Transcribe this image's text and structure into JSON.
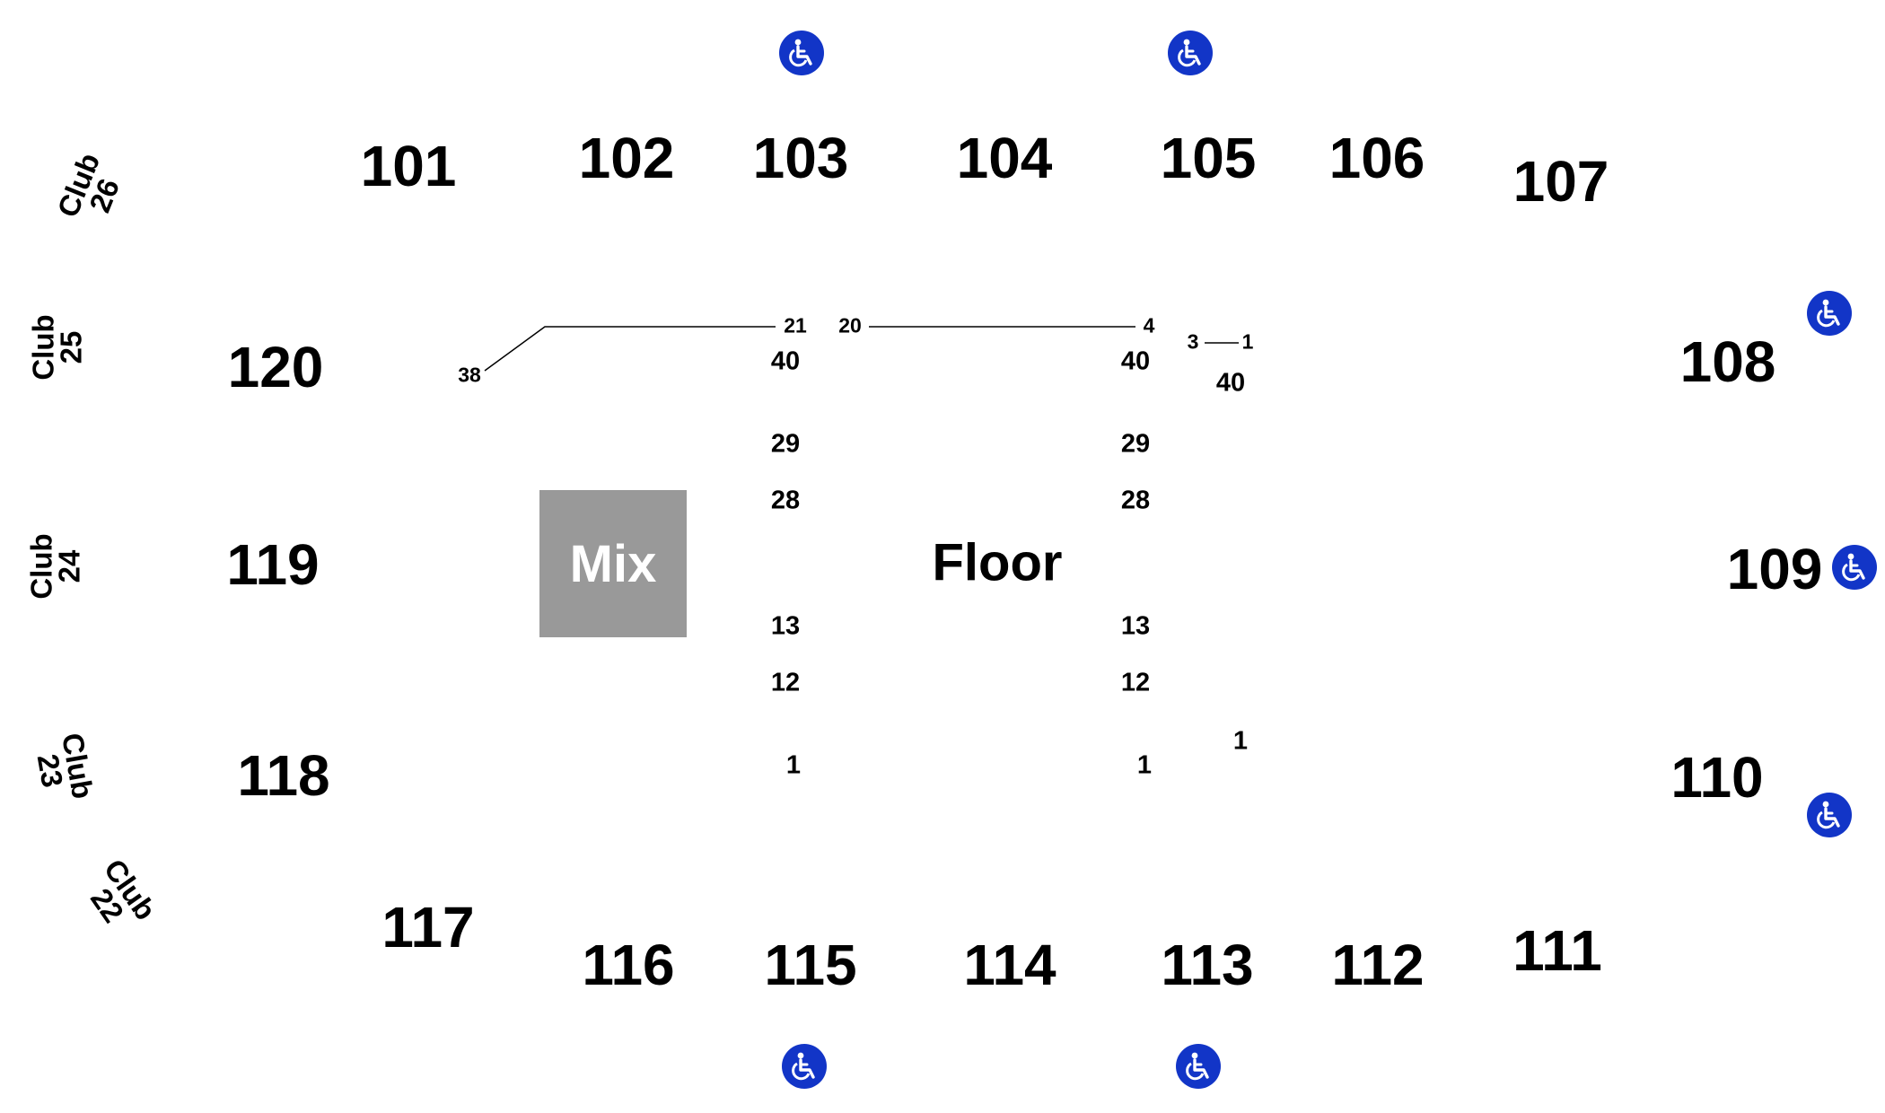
{
  "map": {
    "sections": {
      "s101": "101",
      "s102": "102",
      "s103": "103",
      "s104": "104",
      "s105": "105",
      "s106": "106",
      "s107": "107",
      "s108": "108",
      "s109": "109",
      "s110": "110",
      "s111": "111",
      "s112": "112",
      "s113": "113",
      "s114": "114",
      "s115": "115",
      "s116": "116",
      "s117": "117",
      "s118": "118",
      "s119": "119",
      "s120": "120"
    },
    "clubs": {
      "c22": [
        "Club",
        "22"
      ],
      "c23": [
        "Club",
        "23"
      ],
      "c24": [
        "Club",
        "24"
      ],
      "c25": [
        "Club",
        "25"
      ],
      "c26": [
        "Club",
        "26"
      ]
    },
    "mix_label": "Mix",
    "floor_label": "Floor",
    "rows": {
      "left_a": "38",
      "top_21": "21",
      "top_20": "20",
      "top_4": "4",
      "top_3": "3",
      "top_1": "1",
      "c1_40": "40",
      "c1_29": "29",
      "c1_28": "28",
      "c1_13": "13",
      "c1_12": "12",
      "c1_1": "1",
      "c2_40": "40",
      "c2_29": "29",
      "c2_28": "28",
      "c2_13": "13",
      "c2_12": "12",
      "c2_1": "1",
      "c3_40": "40",
      "c3_1": "1"
    },
    "accessible_icon": "wheelchair-icon",
    "colors": {
      "accessible": "#1235c7",
      "mix_box": "#999999"
    }
  }
}
